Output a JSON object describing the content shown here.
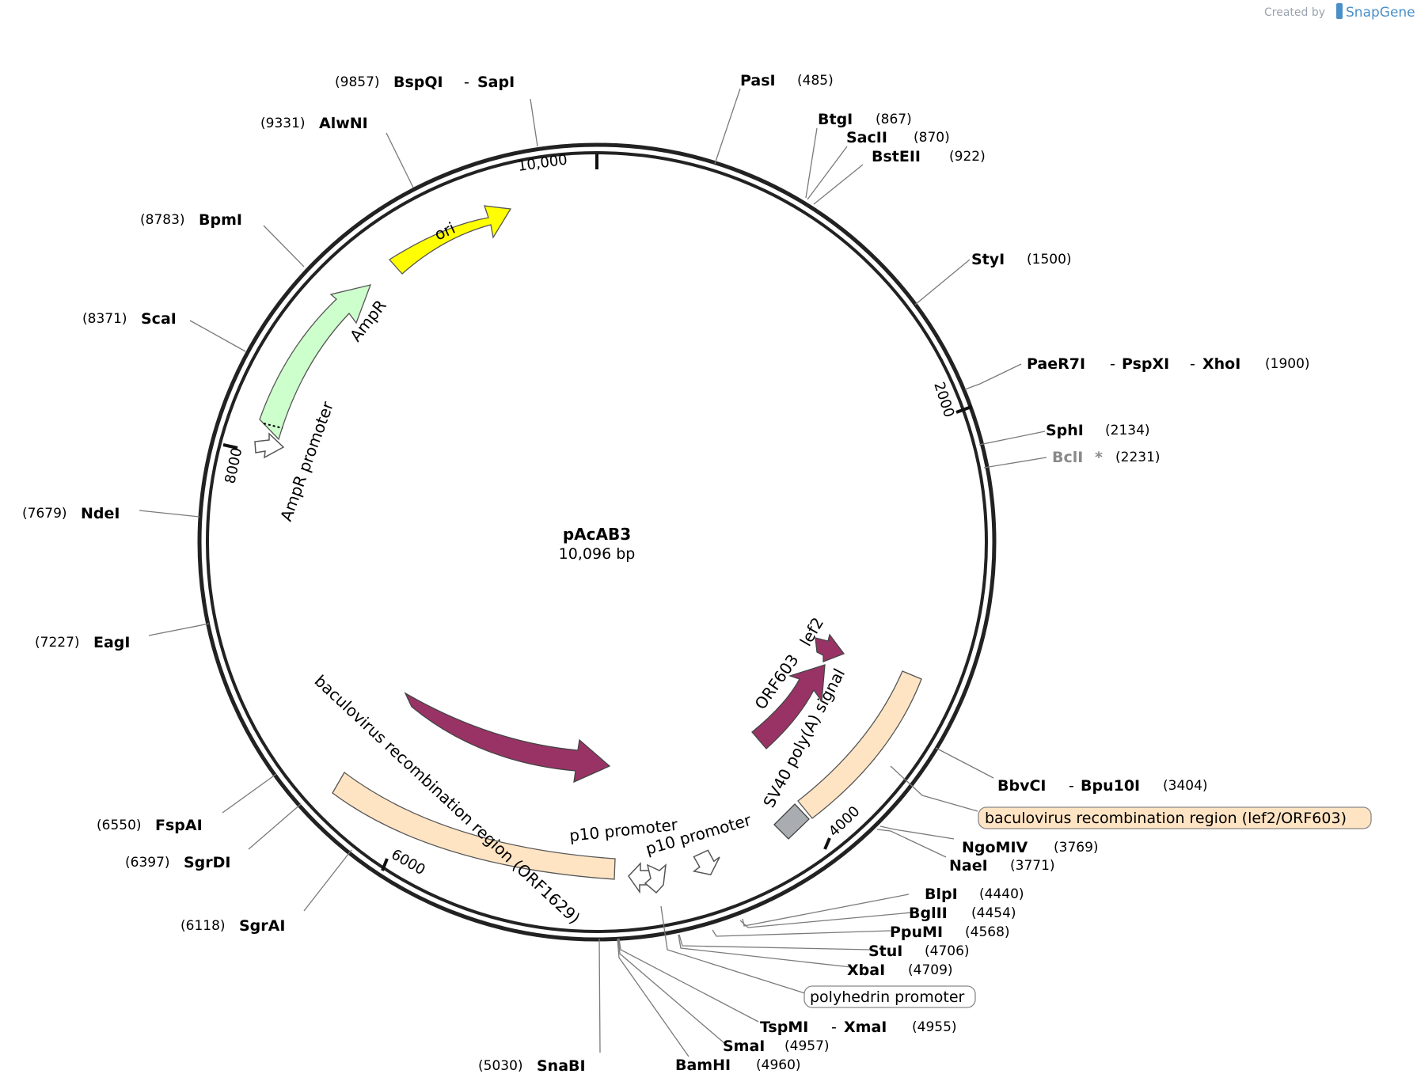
{
  "credit": {
    "created_by": "Created by",
    "brand": "SnapGene"
  },
  "plasmid": {
    "name": "pAcAB3",
    "size_label": "10,096 bp"
  },
  "ticks": [
    "10,000",
    "2000",
    "4000",
    "6000",
    "8000"
  ],
  "sites": [
    {
      "pos": "(9857)",
      "name": "BspQI",
      "name2": "SapI"
    },
    {
      "pos": "(9331)",
      "name": "AlwNI"
    },
    {
      "pos": "(8783)",
      "name": "BpmI"
    },
    {
      "pos": "(8371)",
      "name": "ScaI"
    },
    {
      "pos": "(7679)",
      "name": "NdeI"
    },
    {
      "pos": "(7227)",
      "name": "EagI"
    },
    {
      "pos": "(6550)",
      "name": "FspAI"
    },
    {
      "pos": "(6397)",
      "name": "SgrDI"
    },
    {
      "pos": "(6118)",
      "name": "SgrAI"
    },
    {
      "pos": "(5030)",
      "name": "SnaBI"
    },
    {
      "pos": "(485)",
      "name": "PasI"
    },
    {
      "pos": "(867)",
      "name": "BtgI"
    },
    {
      "pos": "(870)",
      "name": "SacII"
    },
    {
      "pos": "(922)",
      "name": "BstEII"
    },
    {
      "pos": "(1500)",
      "name": "StyI"
    },
    {
      "pos": "(1900)",
      "name": "PaeR7I",
      "name2": "PspXI",
      "name3": "XhoI"
    },
    {
      "pos": "(2134)",
      "name": "SphI"
    },
    {
      "pos": "(2231)",
      "name": "BclI",
      "mark": "*"
    },
    {
      "pos": "(3404)",
      "name": "BbvCI",
      "name2": "Bpu10I"
    },
    {
      "pos": "(3769)",
      "name": "NgoMIV"
    },
    {
      "pos": "(3771)",
      "name": "NaeI"
    },
    {
      "pos": "(4440)",
      "name": "BlpI"
    },
    {
      "pos": "(4454)",
      "name": "BglII"
    },
    {
      "pos": "(4568)",
      "name": "PpuMI"
    },
    {
      "pos": "(4706)",
      "name": "StuI"
    },
    {
      "pos": "(4709)",
      "name": "XbaI"
    },
    {
      "pos": "(4955)",
      "name": "TspMI",
      "name2": "XmaI"
    },
    {
      "pos": "(4957)",
      "name": "SmaI"
    },
    {
      "pos": "(4960)",
      "name": "BamHI"
    }
  ],
  "features": {
    "ori": "ori",
    "ampr": "AmpR",
    "ampr_promoter": "AmpR promoter",
    "orf1629": "ORF1629",
    "bac_region_1629": "baculovirus recombination region (ORF1629)",
    "p10_promoter_1": "p10 promoter",
    "p10_promoter_2": "p10 promoter",
    "sv40": "SV40 poly(A) signal",
    "orf603": "ORF603",
    "lef2": "lef2",
    "bac_region_lef2": "baculovirus recombination region (lef2/ORF603)",
    "polyhedrin": "polyhedrin promoter"
  },
  "colors": {
    "ori": "#ffff00",
    "ampr": "#ccffcc",
    "orf": "#993366",
    "bac_region": "#ffe4c4",
    "sv40": "#a9acb1",
    "backbone": "#222222"
  }
}
